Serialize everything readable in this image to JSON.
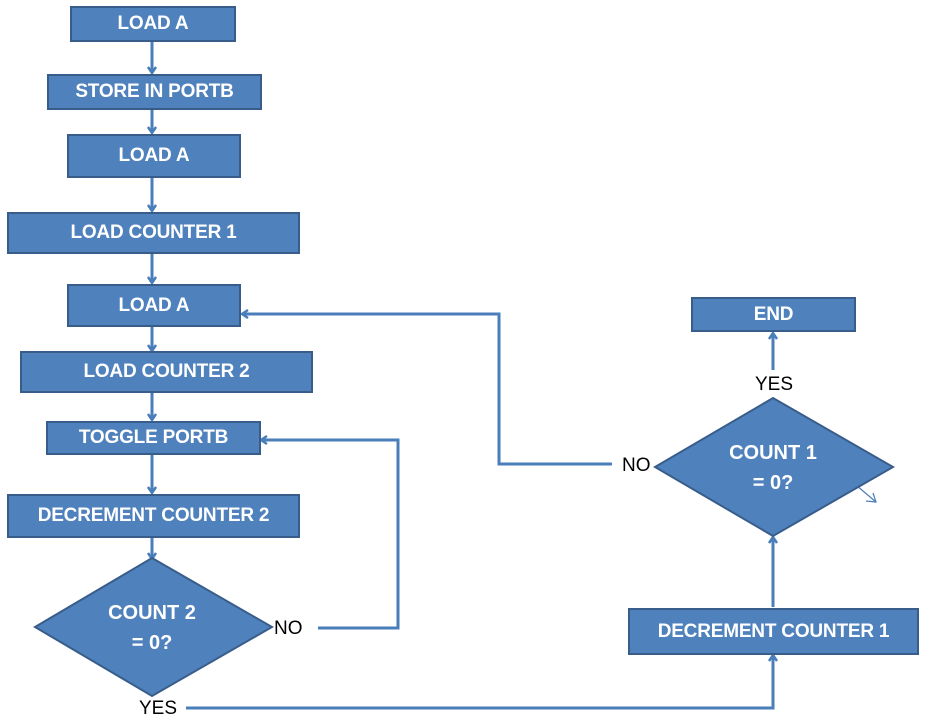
{
  "steps": {
    "load_a_1": "LOAD A",
    "store_portb": "STORE IN PORTB",
    "load_a_2": "LOAD A",
    "load_counter_1": "LOAD COUNTER 1",
    "load_a_3": "LOAD A",
    "load_counter_2": "LOAD COUNTER 2",
    "toggle_portb": "TOGGLE PORTB",
    "decrement_counter_2": "DECREMENT COUNTER 2",
    "decrement_counter_1": "DECREMENT COUNTER 1",
    "end": "END"
  },
  "decisions": {
    "count2": {
      "line1": "COUNT 2",
      "line2": "= 0?",
      "yes": "YES",
      "no": "NO"
    },
    "count1": {
      "line1": "COUNT 1",
      "line2": "= 0?",
      "yes": "YES",
      "no": "NO"
    }
  },
  "colors": {
    "fill": "#4f81bd",
    "stroke": "#385d8a",
    "connector": "#4a7ebb"
  }
}
